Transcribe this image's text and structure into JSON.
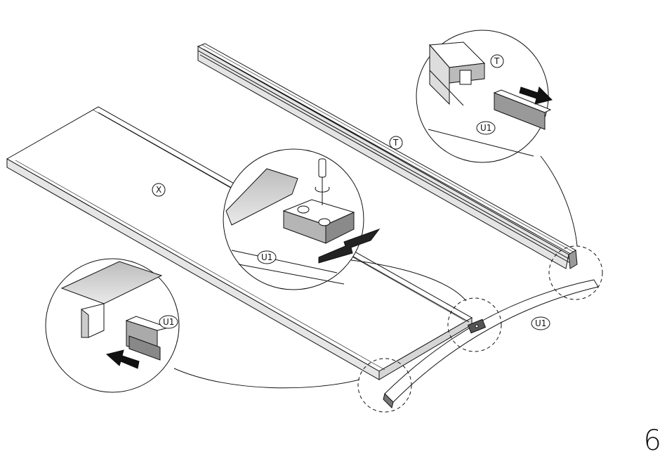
{
  "labels": {
    "frame_rail": "X",
    "track_rail": "T",
    "connector": "U1"
  },
  "page_number": "6",
  "colors": {
    "line": "#111111",
    "gray_fill": "#c8c8c8",
    "dark_fill": "#7a7a7a",
    "light_fill": "#e6e6e6",
    "background": "#ffffff"
  },
  "icons": [
    "screwdriver-icon",
    "rotate-arrow-icon",
    "push-arrow-icon",
    "slide-double-arrow-icon"
  ]
}
